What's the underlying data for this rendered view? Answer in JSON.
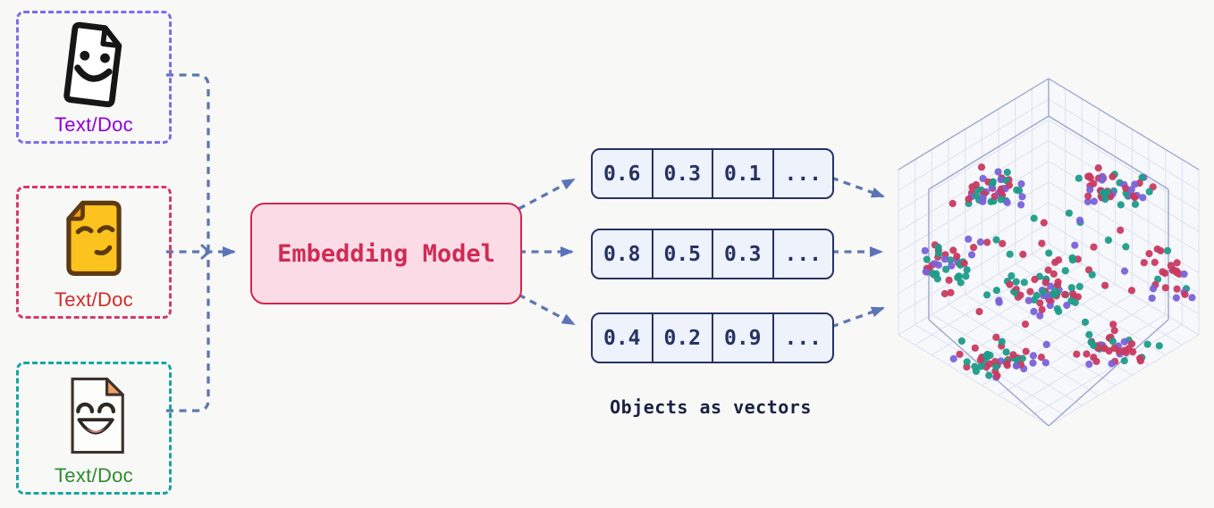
{
  "sources": [
    {
      "label": "Text/Doc",
      "label_color": "#8d00dd",
      "border_color": "#7b6de9",
      "icon": "document-smile-outline-icon"
    },
    {
      "label": "Text/Doc",
      "label_color": "#d32b2b",
      "border_color": "#d63a66",
      "icon": "document-smirk-yellow-icon"
    },
    {
      "label": "Text/Doc",
      "label_color": "#2e8b2e",
      "border_color": "#16a6a1",
      "icon": "document-laugh-icon"
    }
  ],
  "model": {
    "label": "Embedding Model",
    "text_color": "#d02a55",
    "border_color": "#cf2750",
    "fill": "#fbdce6"
  },
  "vectors": {
    "rows": [
      [
        "0.6",
        "0.3",
        "0.1",
        "..."
      ],
      [
        "0.8",
        "0.5",
        "0.3",
        "..."
      ],
      [
        "0.4",
        "0.2",
        "0.9",
        "..."
      ]
    ],
    "border_color": "#273263",
    "fill": "#edf2fb",
    "text_color": "#273263"
  },
  "caption": {
    "label": "Objects as vectors",
    "color": "#1b2142"
  },
  "connectors": {
    "line_color": "#5f77b0",
    "arrow_color": "#5b74b8",
    "style": "dashed"
  },
  "scatter3d": {
    "type": "scatter3d-projected",
    "wall_fill": "#f6f7fd",
    "grid_color": "#dde1f0",
    "edge_color": "#9ba5cf",
    "dot_radius": 4.1,
    "seed": 7,
    "palette": [
      {
        "name": "crimson",
        "hex": "#c93a60",
        "weight": 0.42
      },
      {
        "name": "teal",
        "hex": "#1d9c8a",
        "weight": 0.29
      },
      {
        "name": "purple",
        "hex": "#7a62d8",
        "weight": 0.29
      }
    ],
    "clusters": [
      [
        125,
        150,
        40,
        22,
        48
      ],
      [
        260,
        148,
        42,
        22,
        50
      ],
      [
        72,
        238,
        35,
        28,
        40
      ],
      [
        190,
        265,
        55,
        32,
        55
      ],
      [
        135,
        345,
        50,
        24,
        48
      ],
      [
        262,
        330,
        48,
        26,
        42
      ],
      [
        318,
        245,
        30,
        35,
        26
      ],
      [
        195,
        255,
        135,
        95,
        45
      ]
    ]
  }
}
